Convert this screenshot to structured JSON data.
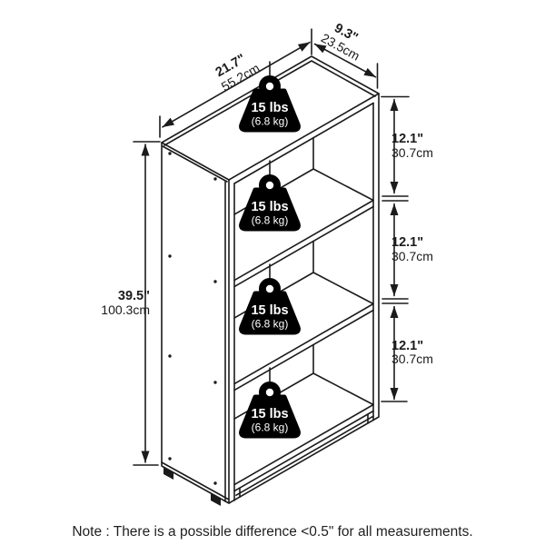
{
  "diagram": {
    "title": "bookcase-dimension-diagram",
    "dims": {
      "width": {
        "in": "21.7\"",
        "cm": "55.2cm"
      },
      "depth": {
        "in": "9.3\"",
        "cm": "23.5cm"
      },
      "height": {
        "in": "39.5\"",
        "cm": "100.3cm"
      },
      "spacing": {
        "in": "12.1\"",
        "cm": "30.7cm"
      }
    },
    "weight": {
      "lbs": "15 lbs",
      "kg": "(6.8 kg)"
    },
    "note": {
      "text": "Note : There is a possible difference <0.5\" for all measurements."
    },
    "colors": {
      "line": "#1b1b1b",
      "weight_fill": "#000000",
      "background": "#ffffff"
    }
  }
}
